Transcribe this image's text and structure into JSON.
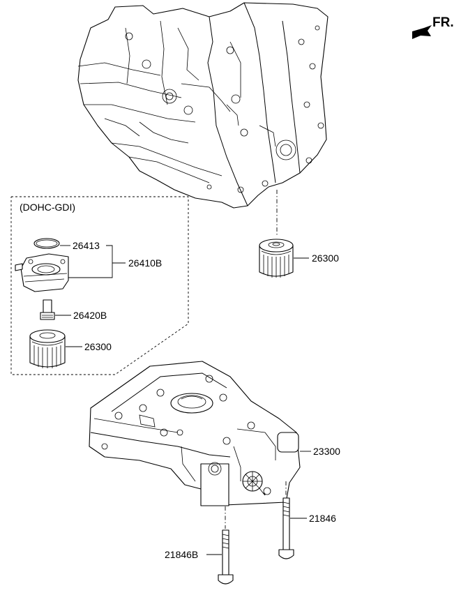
{
  "orientation": {
    "label": "FR.",
    "icon": "front-direction-arrow-icon"
  },
  "variant_box": {
    "title": "(DOHC-GDI)"
  },
  "callouts": {
    "p26413": "26413",
    "p26410B": "26410B",
    "p26420B": "26420B",
    "p26300_box": "26300",
    "p26300_main": "26300",
    "p23300": "23300",
    "p21846": "21846",
    "p21846B": "21846B"
  }
}
